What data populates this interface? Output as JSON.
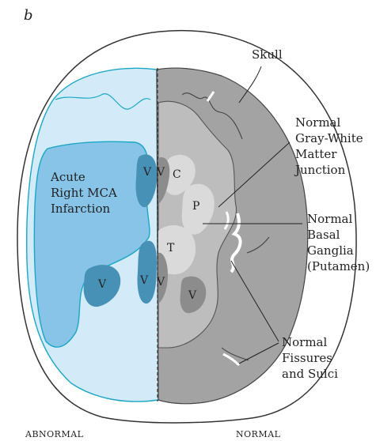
{
  "panel_letter": "b",
  "labels": {
    "skull": "Skull",
    "gray_white": [
      "Normal",
      "Gray-White",
      "Matter",
      "Junction"
    ],
    "basal_ganglia": [
      "Normal",
      "Basal",
      "Ganglia",
      "(Putamen)"
    ],
    "fissures": [
      "Normal",
      "Fissures",
      "and Sulci"
    ],
    "infarct": [
      "Acute",
      "Right MCA",
      "Infarction"
    ]
  },
  "regions": {
    "ventricle": "V",
    "caudate": "C",
    "putamen": "P",
    "thalamus": "T"
  },
  "footer": {
    "left": "ABNORMAL",
    "right": "NORMAL"
  },
  "colors": {
    "skull_outline": "#333333",
    "normal_cortex": "#a3a3a3",
    "normal_white_matter": "#bdbdbd",
    "deep_nuclei": "#dadada",
    "ventricles": "#8c8c8c",
    "abnormal_background": "#d3ebf8",
    "infarct_fill": "#87c4e8",
    "infarct_outline": "#1aa6c4",
    "abnormal_ventricles": "#4791b6"
  }
}
